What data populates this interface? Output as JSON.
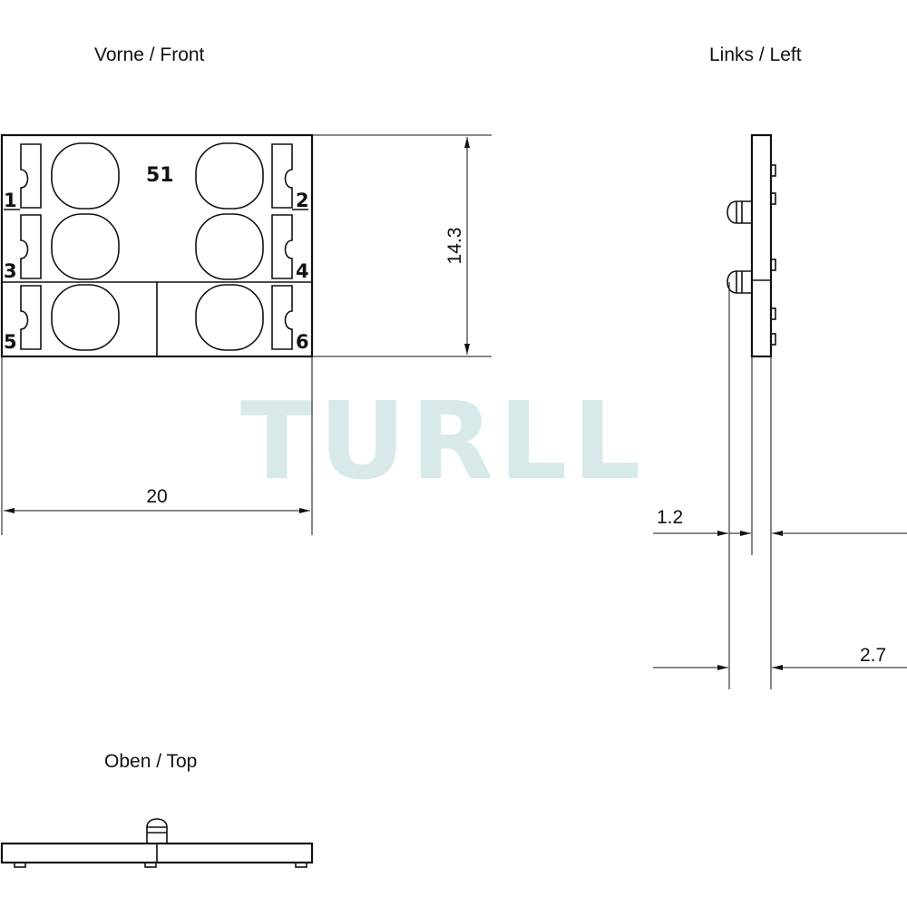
{
  "views": {
    "front": "Vorne / Front",
    "left": "Links / Left",
    "top": "Oben / Top"
  },
  "watermark": "TURLL",
  "part_marking": "51",
  "pins": [
    "1",
    "2",
    "3",
    "4",
    "5",
    "6"
  ],
  "dimensions": {
    "height": "14.3",
    "width": "20",
    "thickness_a": "1.2",
    "thickness_b": "2.7"
  }
}
